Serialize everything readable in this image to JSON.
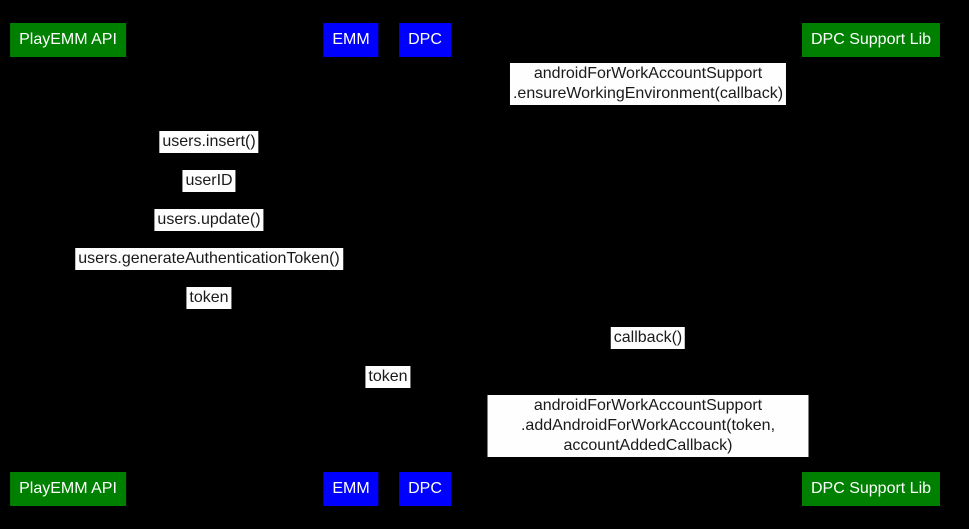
{
  "diagram": {
    "type": "sequence-diagram",
    "colors": {
      "background": "#000000",
      "actor_green": "#008000",
      "actor_blue": "#0000ff",
      "actor_text": "#ffffff",
      "message_label_bg": "#fefefe",
      "message_label_text": "#1a1a1a"
    },
    "participants": [
      {
        "label": "PlayEMM API",
        "color": "#008000"
      },
      {
        "label": "EMM",
        "color": "#0000ff"
      },
      {
        "label": "DPC",
        "color": "#0000ff"
      },
      {
        "label": "DPC Support Lib",
        "color": "#008000"
      }
    ],
    "messages": [
      {
        "label": "androidForWorkAccountSupport\n.ensureWorkingEnvironment(callback)",
        "between": [
          "DPC",
          "DPC Support Lib"
        ]
      },
      {
        "label": "users.insert()",
        "between": [
          "EMM",
          "PlayEMM API"
        ]
      },
      {
        "label": "userID",
        "between": [
          "PlayEMM API",
          "EMM"
        ]
      },
      {
        "label": "users.update()",
        "between": [
          "EMM",
          "PlayEMM API"
        ]
      },
      {
        "label": "users.generateAuthenticationToken()",
        "between": [
          "EMM",
          "PlayEMM API"
        ]
      },
      {
        "label": "token",
        "between": [
          "PlayEMM API",
          "EMM"
        ]
      },
      {
        "label": "callback()",
        "between": [
          "DPC Support Lib",
          "DPC"
        ]
      },
      {
        "label": "token",
        "between": [
          "EMM",
          "DPC"
        ]
      },
      {
        "label": "androidForWorkAccountSupport\n.addAndroidForWorkAccount(token, accountAddedCallback)",
        "between": [
          "DPC",
          "DPC Support Lib"
        ]
      }
    ]
  }
}
